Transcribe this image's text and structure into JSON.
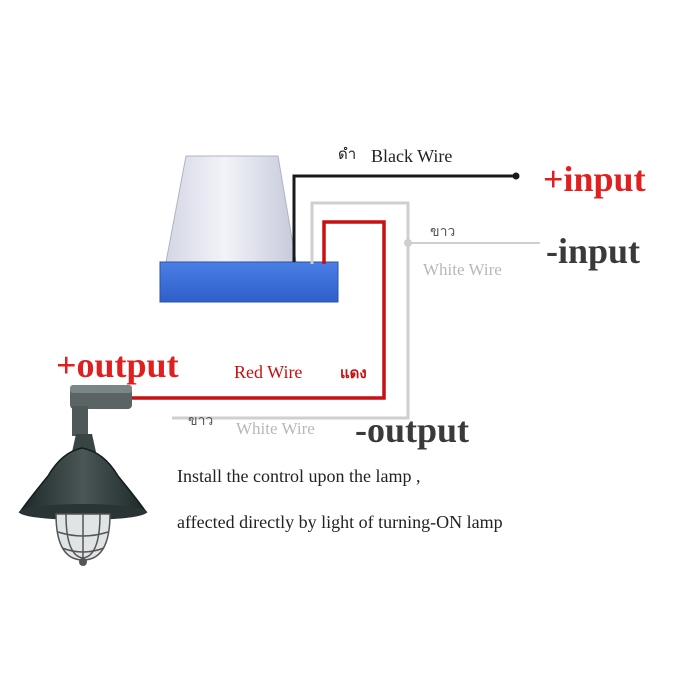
{
  "labels": {
    "black_wire_thai": "ดำ",
    "black_wire": "Black Wire",
    "plus_input": "+input",
    "white_wire_top_thai": "ขาว",
    "white_wire_top": "White Wire",
    "minus_input": "-input",
    "plus_output": "+output",
    "red_wire": "Red Wire",
    "red_wire_thai": "แดง",
    "white_wire_bottom_thai": "ขาว",
    "white_wire_bottom": "White Wire",
    "minus_output": "-output",
    "instruction_line_1": "Install the control upon the lamp ,",
    "instruction_line_2": "affected directly by light of turning-ON lamp"
  },
  "colors": {
    "black_wire": "#1a1a1a",
    "white_wire": "#c8c8c8",
    "red_wire": "#c81010",
    "label_red": "#e02020",
    "label_dark": "#3a3a3a",
    "sensor_dome": "#e8e9f2",
    "sensor_base": "#3d6fd8",
    "lamp_shade": "#2f3a3a"
  }
}
